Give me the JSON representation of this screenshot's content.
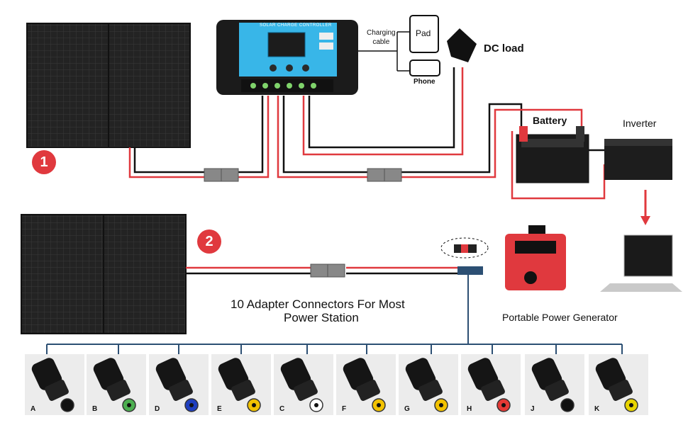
{
  "badges": [
    "1",
    "2"
  ],
  "controller": {
    "title": "SOLAR CHARGE CONTROLLER"
  },
  "labels": {
    "charging_cable": "Charging\ncable",
    "pad": "Pad",
    "phone": "Phone",
    "dc_load": "DC load",
    "battery": "Battery",
    "inverter": "Inverter",
    "adapters_title_line1": "10 Adapter Connectors For Most",
    "adapters_title_line2": "Power Station",
    "portable_power": "Portable Power  Generator"
  },
  "adapters": [
    {
      "letter": "A",
      "tip_color": "#111111"
    },
    {
      "letter": "B",
      "tip_color": "#4caf50"
    },
    {
      "letter": "D",
      "tip_color": "#1f3fbf"
    },
    {
      "letter": "E",
      "tip_color": "#f2c200"
    },
    {
      "letter": "C",
      "tip_color": "#ffffff"
    },
    {
      "letter": "F",
      "tip_color": "#f2c200"
    },
    {
      "letter": "G",
      "tip_color": "#f2c200"
    },
    {
      "letter": "H",
      "tip_color": "#e53935"
    },
    {
      "letter": "J",
      "tip_color": "#111111"
    },
    {
      "letter": "K",
      "tip_color": "#e8d400"
    }
  ],
  "colors": {
    "wire_red": "#e0393e",
    "wire_black": "#111111",
    "bus_blue": "#2c4f73",
    "panel": "#2a2a2a",
    "controller_screen": "#38b6e8",
    "arrow": "#e0393e"
  }
}
